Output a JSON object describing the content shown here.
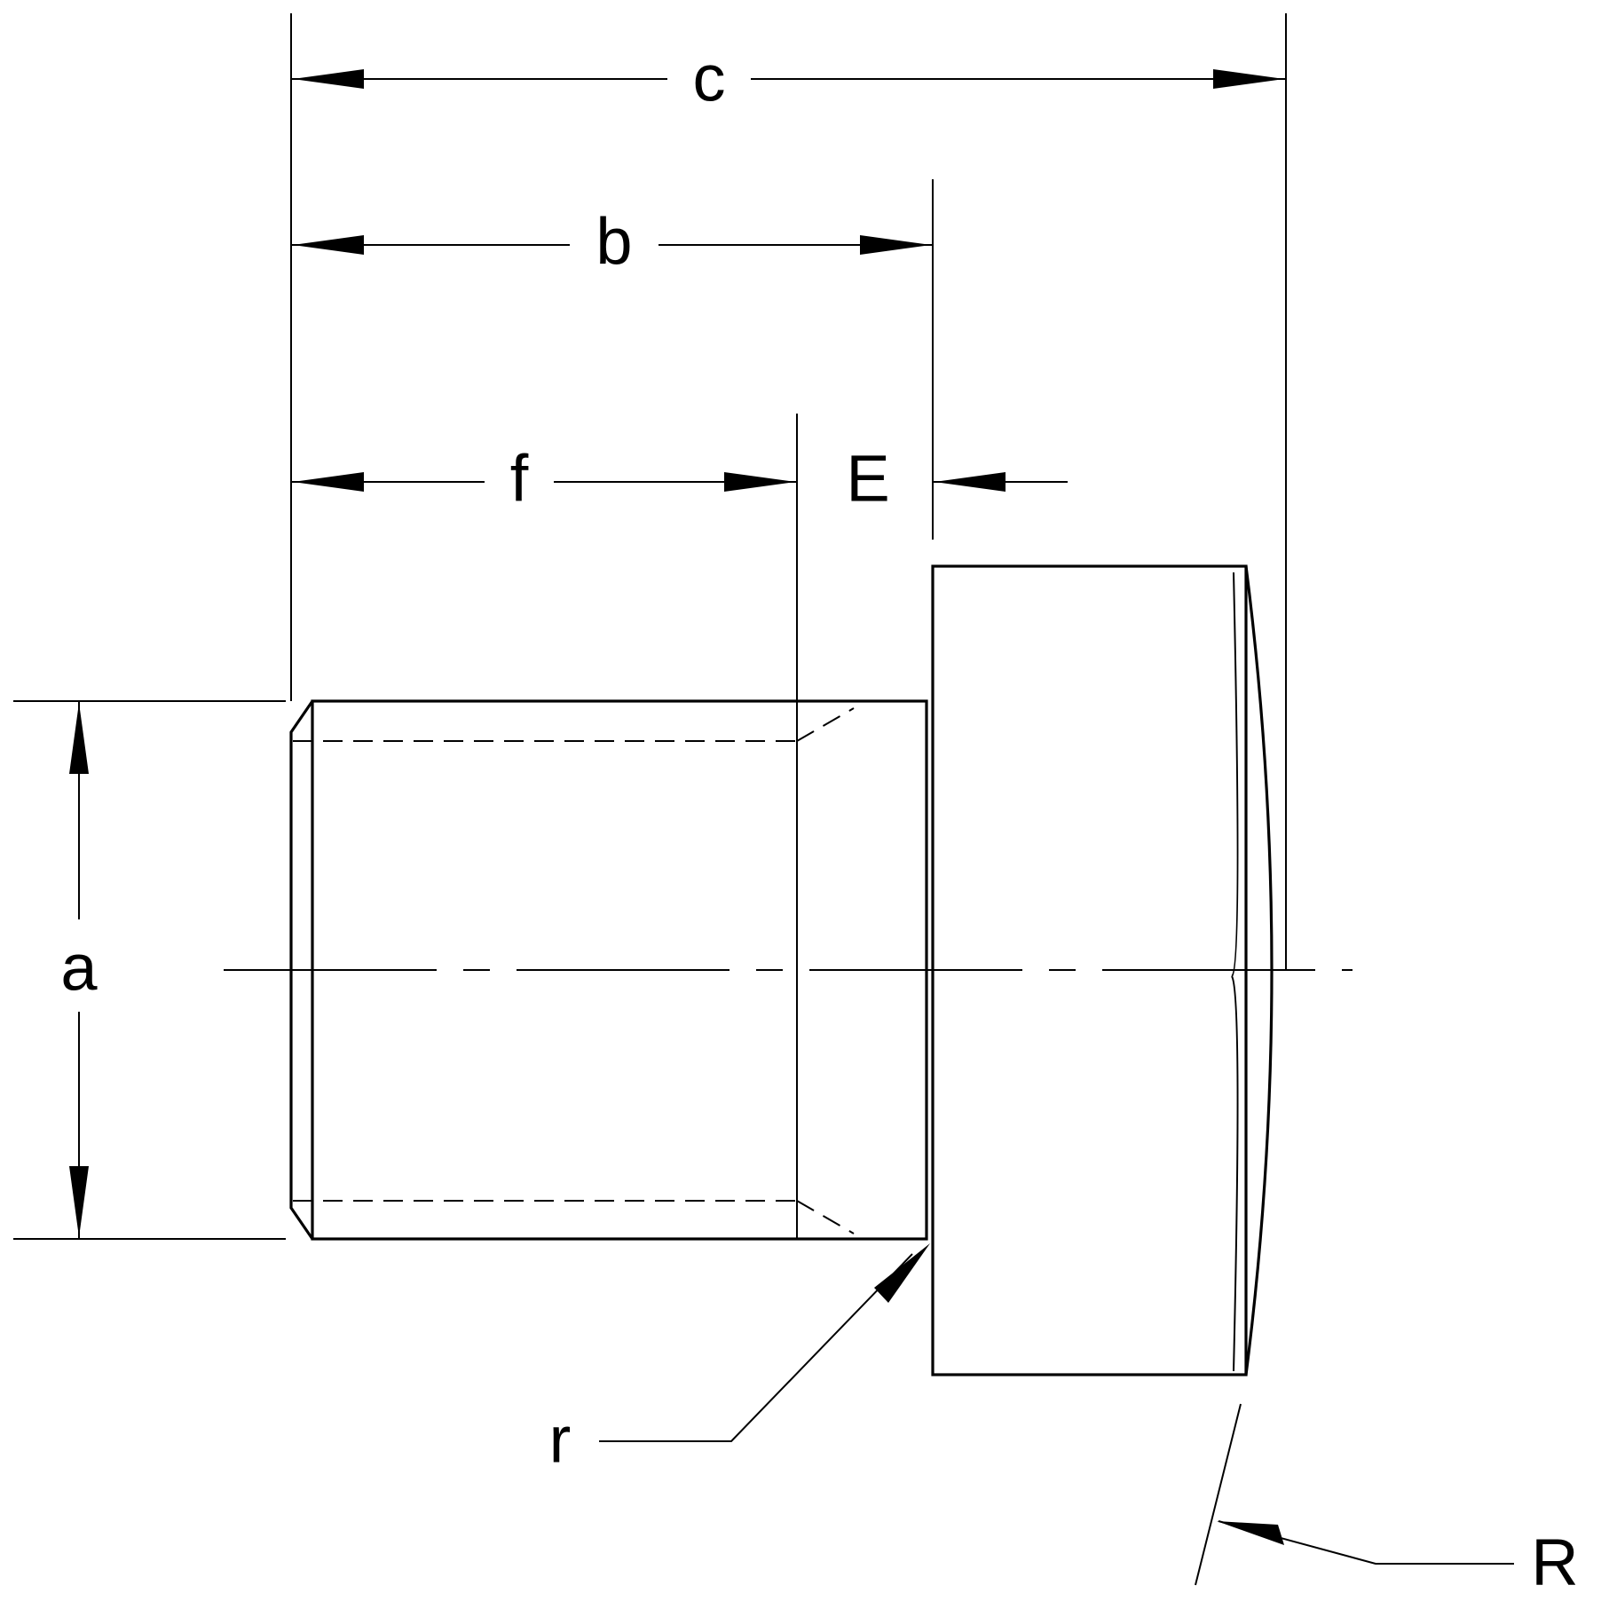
{
  "labels": {
    "c": "c",
    "b": "b",
    "f": "f",
    "E": "E",
    "a": "a",
    "r": "r",
    "R": "R"
  },
  "colors": {
    "line": "#000000",
    "background": "#ffffff"
  }
}
